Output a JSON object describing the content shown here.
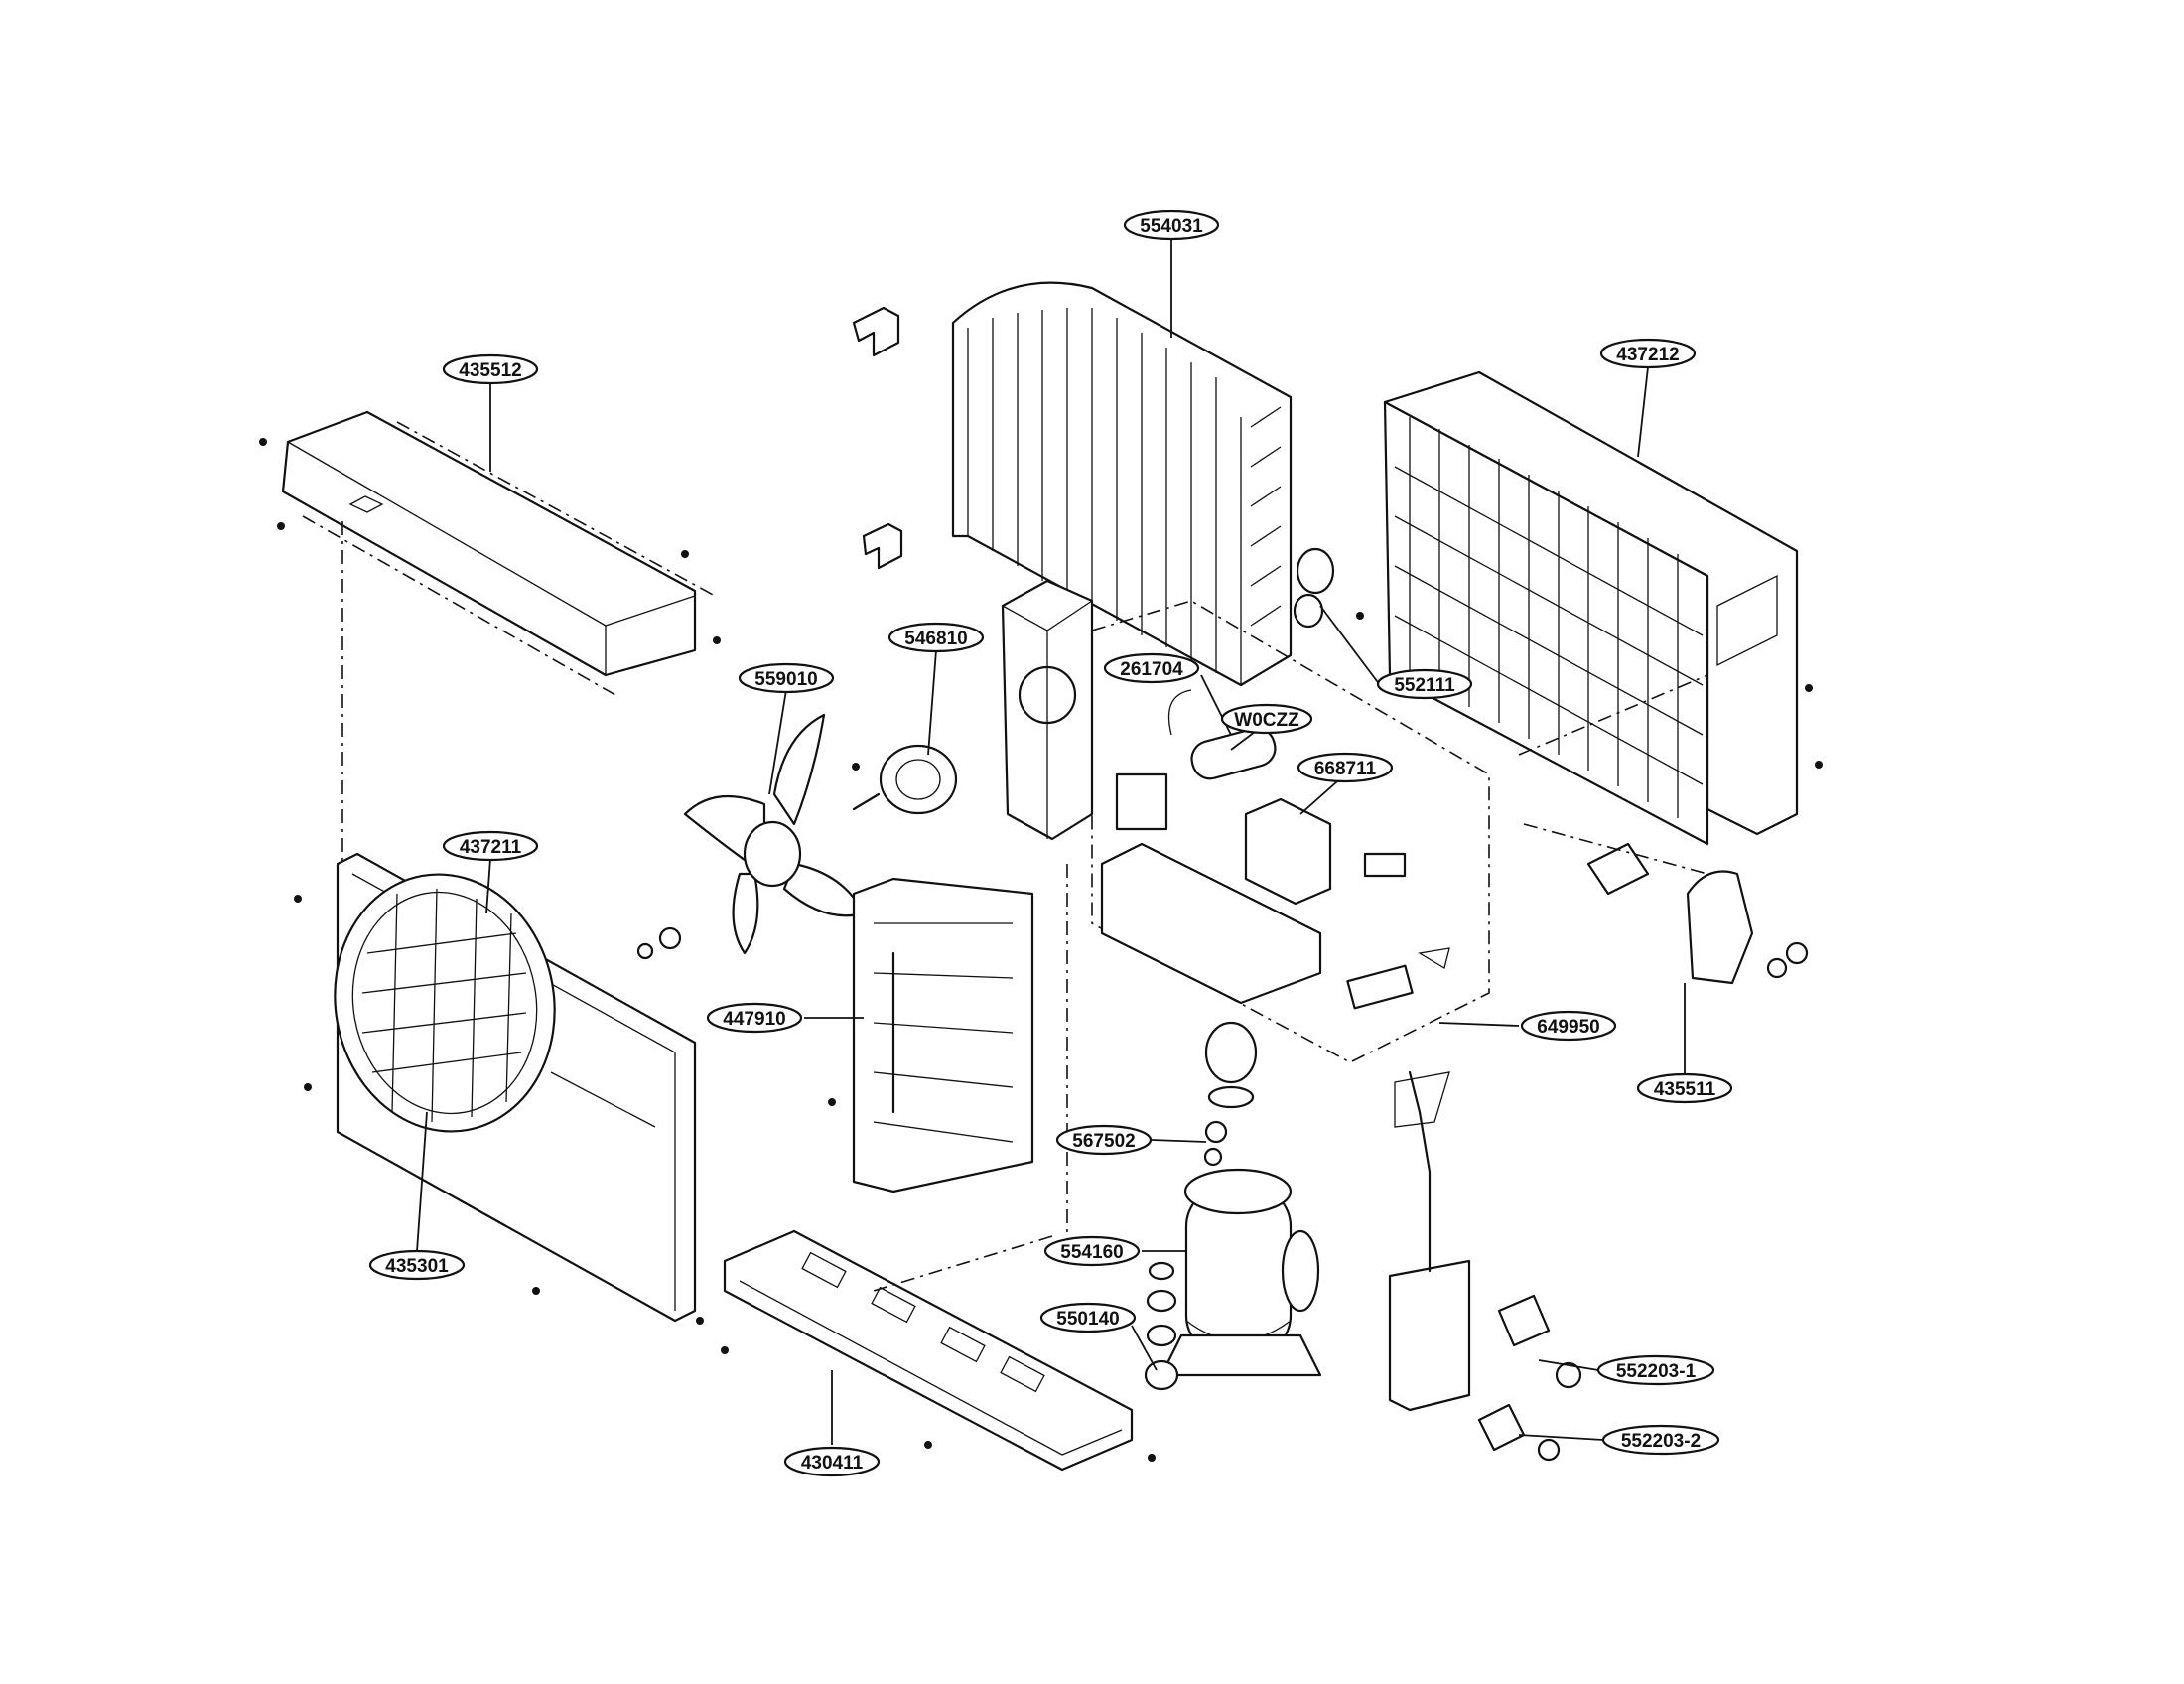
{
  "diagram": {
    "callouts": [
      {
        "id": "c554031",
        "label": "554031"
      },
      {
        "id": "c437212",
        "label": "437212"
      },
      {
        "id": "c435512",
        "label": "435512"
      },
      {
        "id": "c546810",
        "label": "546810"
      },
      {
        "id": "c261704",
        "label": "261704"
      },
      {
        "id": "c552111",
        "label": "552111"
      },
      {
        "id": "c559010",
        "label": "559010"
      },
      {
        "id": "cW0CZZ",
        "label": "W0CZZ"
      },
      {
        "id": "c668711",
        "label": "668711"
      },
      {
        "id": "c437211",
        "label": "437211"
      },
      {
        "id": "c447910",
        "label": "447910"
      },
      {
        "id": "c649950",
        "label": "649950"
      },
      {
        "id": "c435511",
        "label": "435511"
      },
      {
        "id": "c567502",
        "label": "567502"
      },
      {
        "id": "c554160",
        "label": "554160"
      },
      {
        "id": "c435301",
        "label": "435301"
      },
      {
        "id": "c550140",
        "label": "550140"
      },
      {
        "id": "c552203-1",
        "label": "552203-1"
      },
      {
        "id": "c552203-2",
        "label": "552203-2"
      },
      {
        "id": "c430411",
        "label": "430411"
      }
    ]
  }
}
